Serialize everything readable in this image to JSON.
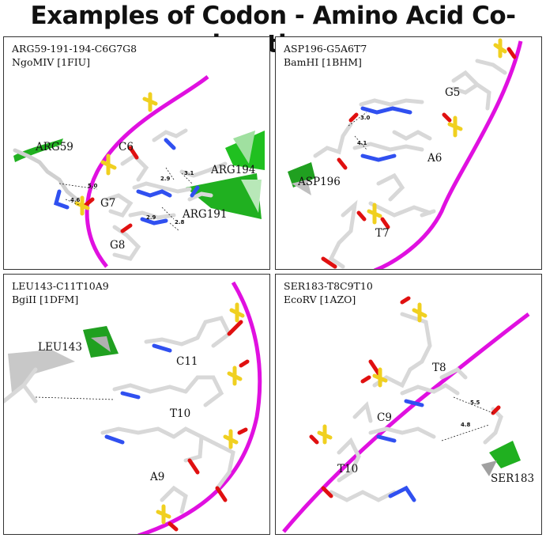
{
  "title": "Examples of Codon - Amino Acid Co-locations",
  "panels": [
    {
      "id": "p1",
      "heading": "ARG59-191-194-C6G7G8",
      "subheading": "NgoMIV [1FIU]",
      "labels": [
        "ARG59",
        "C6",
        "ARG194",
        "G7",
        "ARG191",
        "G8"
      ],
      "distances": [
        "5.0",
        "4.6",
        "2.9",
        "3.1",
        "2.9",
        "2.8"
      ]
    },
    {
      "id": "p2",
      "heading": "ASP196-G5A6T7",
      "subheading": "BamHI [1BHM]",
      "labels": [
        "G5",
        "A6",
        "ASP196",
        "T7"
      ],
      "distances": [
        "3.0",
        "4.1"
      ]
    },
    {
      "id": "p3",
      "heading": "LEU143-C11T10A9",
      "subheading": "BgiII [1DFM]",
      "labels": [
        "LEU143",
        "C11",
        "T10",
        "A9"
      ],
      "distances": []
    },
    {
      "id": "p4",
      "heading": "SER183-T8C9T10",
      "subheading": "EcoRV [1AZO]",
      "labels": [
        "T8",
        "C9",
        "T10",
        "SER183"
      ],
      "distances": [
        "5.5",
        "4.8"
      ]
    }
  ],
  "colors": {
    "backbone": "#e010e0",
    "carbon": "#d8d8d8",
    "oxygen": "#e01010",
    "nitrogen": "#3050f0",
    "phosphorus": "#f0d020",
    "protein": "#20c020"
  }
}
